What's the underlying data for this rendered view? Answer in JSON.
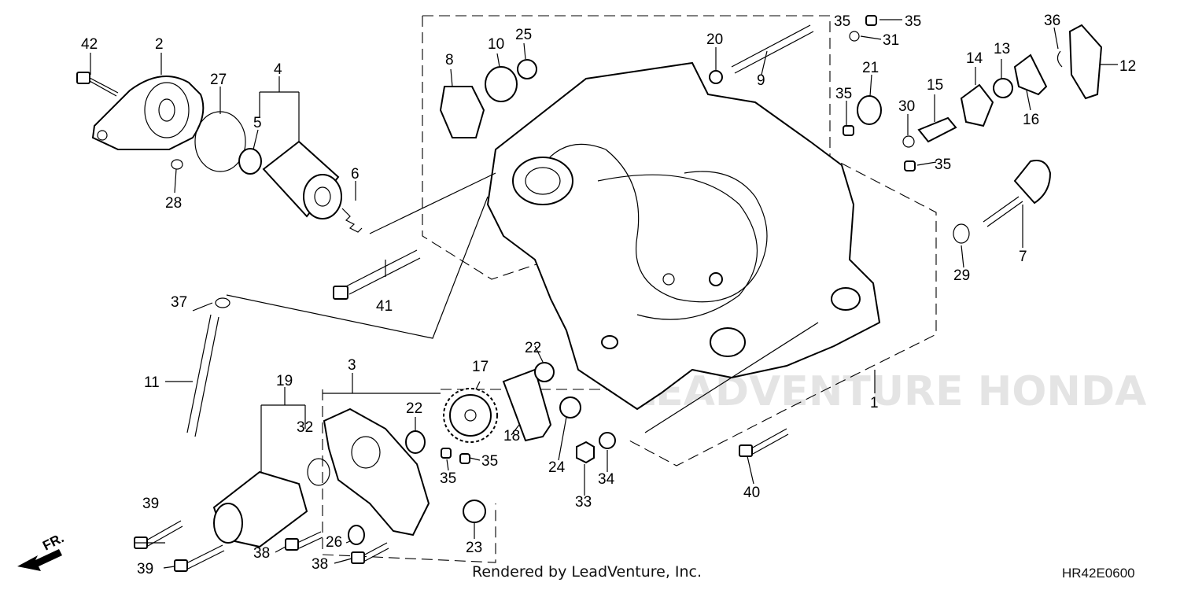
{
  "diagram": {
    "callouts": [
      "1",
      "2",
      "3",
      "4",
      "5",
      "6",
      "7",
      "8",
      "9",
      "10",
      "11",
      "12",
      "13",
      "14",
      "15",
      "16",
      "17",
      "18",
      "19",
      "20",
      "21",
      "22",
      "22",
      "23",
      "24",
      "25",
      "26",
      "27",
      "28",
      "29",
      "30",
      "31",
      "32",
      "33",
      "34",
      "35",
      "35",
      "35",
      "35",
      "35",
      "35",
      "36",
      "37",
      "38",
      "38",
      "39",
      "39",
      "40",
      "41",
      "42"
    ],
    "front_indicator": "FR.",
    "watermark": "LEADVENTURE HONDA"
  },
  "footer": {
    "render_credit": "Rendered by LeadVenture, Inc.",
    "diagram_code": "HR42E0600"
  }
}
